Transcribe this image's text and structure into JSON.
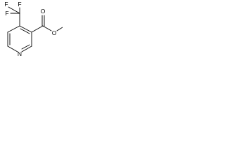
{
  "molecule": {
    "atoms": {
      "fluorine_top_left": "F",
      "fluorine_top_mid": "F",
      "fluorine_left": "F",
      "carbonyl_oxygen": "O",
      "ester_oxygen": "O",
      "ring_nitrogen": "N"
    },
    "colors": {
      "bond": "#000000",
      "label": "#000000",
      "background": "#ffffff"
    }
  }
}
